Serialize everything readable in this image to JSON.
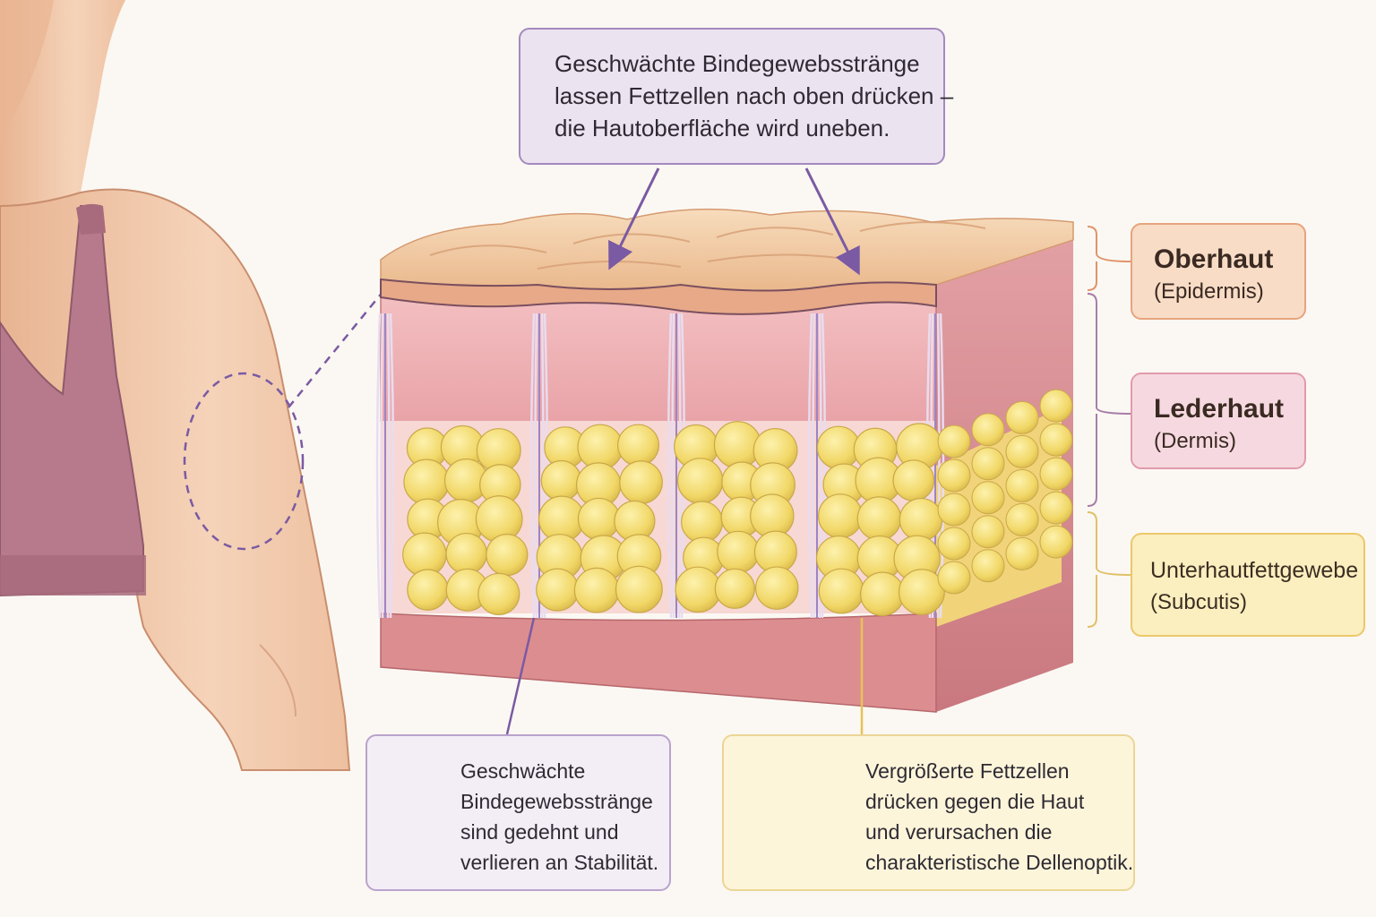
{
  "callout_top": {
    "lines": [
      "Geschwächte Bindegewebsstränge",
      "lassen Fettzellen nach oben drücken –",
      "die Hautoberfläche wird uneben."
    ]
  },
  "layers": {
    "epidermis": {
      "name": "Oberhaut",
      "latin": "(Epidermis)"
    },
    "dermis": {
      "name": "Lederhaut",
      "latin": "(Dermis)"
    },
    "subcutis": {
      "name": "Unterhautfettgewebe",
      "latin": "(Subcutis)"
    }
  },
  "callout_fiber": {
    "lines": [
      "Geschwächte",
      "Bindegewebsstränge",
      "sind gedehnt und",
      "verlieren an Stabilität."
    ]
  },
  "callout_fat": {
    "lines": [
      "Vergrößerte Fettzellen",
      "drücken gegen die Haut",
      "und verursachen die",
      "charakteristische Dellenoptik."
    ]
  },
  "colors": {
    "epidermis": "#f3c9a0",
    "dermis": "#efa7ac",
    "fat": "#f4dc78",
    "fiber": "#8e72b5",
    "skin": "#f2c7a8",
    "top_wear": "#b77a8c"
  },
  "icons": [
    "arm-figure",
    "fiber-strand-icon",
    "fat-cell-cluster-icon",
    "arrow-down-icon"
  ]
}
